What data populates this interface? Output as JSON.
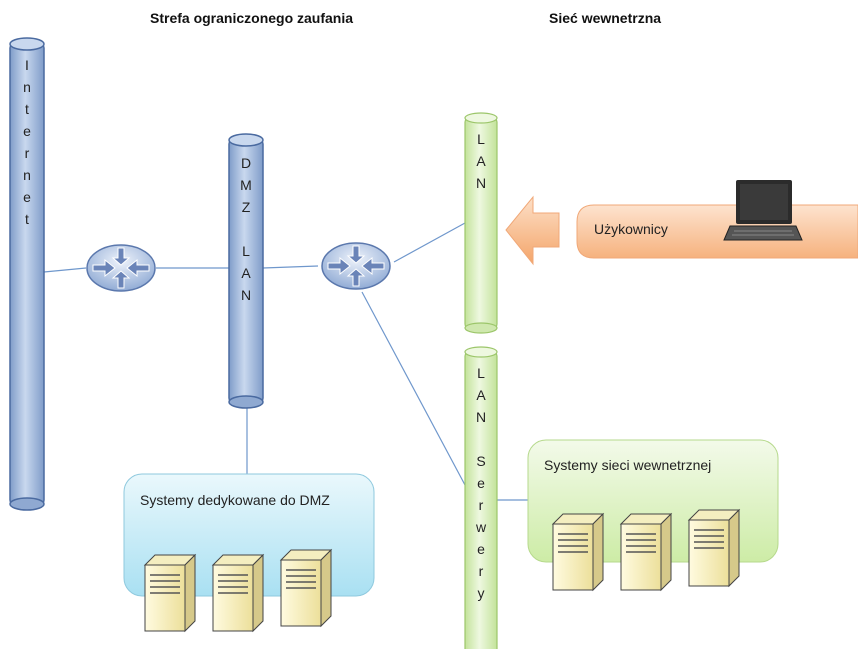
{
  "headings": {
    "dmz_zone": "Strefa ograniczonego zaufania",
    "internal_network": "Sieć wewnetrzna"
  },
  "pipes": {
    "internet": "Internet",
    "dmz_lan": [
      "D",
      "M",
      "Z",
      "",
      "L",
      "A",
      "N"
    ],
    "lan": [
      "L",
      "A",
      "N"
    ],
    "lan_servers": [
      "L",
      "A",
      "N",
      "",
      "S",
      "e",
      "r",
      "w",
      "e",
      "r",
      "y"
    ]
  },
  "boxes": {
    "dmz_systems": "Systemy dedykowane do DMZ",
    "internal_systems": "Systemy sieci wewnetrznej",
    "users": "Użykownicy"
  },
  "icons": [
    "router-icon",
    "server-icon",
    "laptop-icon",
    "arrow-left-icon"
  ],
  "colors": {
    "pipe_blue": "#9bb4d8",
    "pipe_green": "#d6edb8",
    "dmz_box": "#bfe9f5",
    "internal_box": "#e0f4c8",
    "users_box": "#f8c49a",
    "line": "#6f97cc"
  }
}
